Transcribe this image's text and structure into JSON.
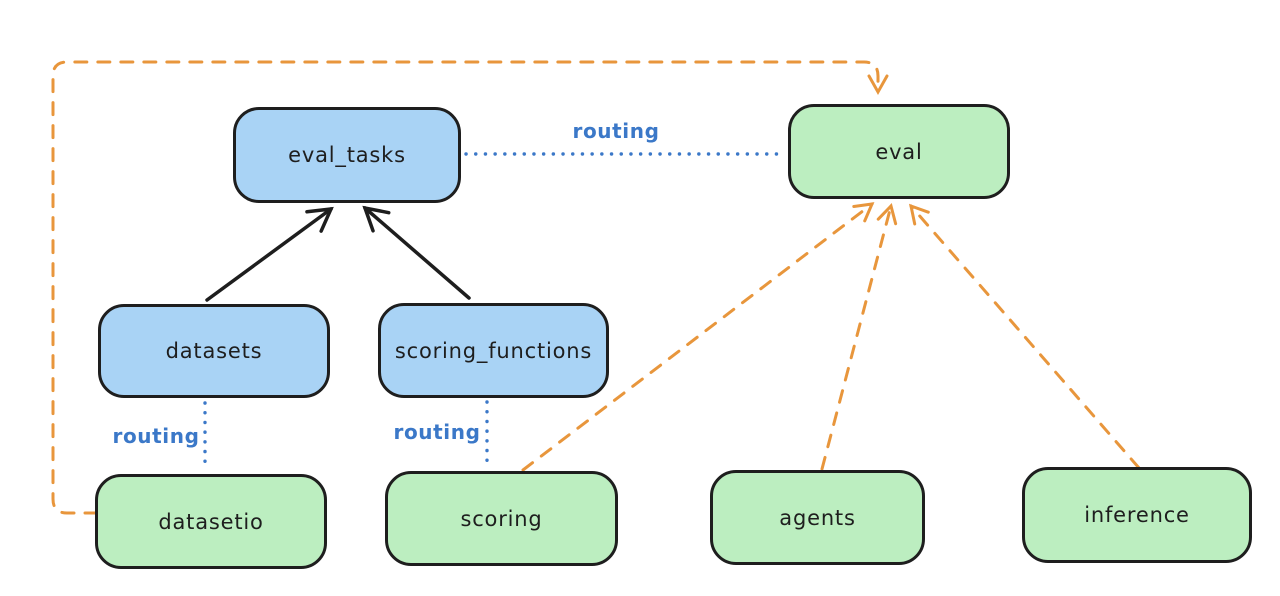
{
  "nodes": {
    "eval_tasks": {
      "label": "eval_tasks",
      "color": "blue"
    },
    "eval": {
      "label": "eval",
      "color": "green"
    },
    "datasets": {
      "label": "datasets",
      "color": "blue"
    },
    "scoring_functions": {
      "label": "scoring_functions",
      "color": "blue"
    },
    "datasetio": {
      "label": "datasetio",
      "color": "green"
    },
    "scoring": {
      "label": "scoring",
      "color": "green"
    },
    "agents": {
      "label": "agents",
      "color": "green"
    },
    "inference": {
      "label": "inference",
      "color": "green"
    }
  },
  "edge_labels": {
    "eval_tasks_to_eval": "routing",
    "datasets_to_datasetio": "routing",
    "scoring_functions_to_scoring": "routing"
  },
  "edges": [
    {
      "from": "datasets",
      "to": "eval_tasks",
      "style": "solid-black-arrow"
    },
    {
      "from": "scoring_functions",
      "to": "eval_tasks",
      "style": "solid-black-arrow"
    },
    {
      "from": "eval_tasks",
      "to": "eval",
      "style": "dotted-blue",
      "label": "routing"
    },
    {
      "from": "datasets",
      "to": "datasetio",
      "style": "dotted-blue",
      "label": "routing"
    },
    {
      "from": "scoring_functions",
      "to": "scoring",
      "style": "dotted-blue",
      "label": "routing"
    },
    {
      "from": "datasetio",
      "to": "eval",
      "style": "dashed-orange-arrow"
    },
    {
      "from": "scoring",
      "to": "eval",
      "style": "dashed-orange-arrow"
    },
    {
      "from": "agents",
      "to": "eval",
      "style": "dashed-orange-arrow"
    },
    {
      "from": "inference",
      "to": "eval",
      "style": "dashed-orange-arrow"
    }
  ],
  "colors": {
    "blue_fill": "#a9d3f5",
    "green_fill": "#bceec0",
    "border": "#1e1e1e",
    "routing_text": "#3b78c8",
    "orange": "#e8963c",
    "background": "#ffffff"
  }
}
